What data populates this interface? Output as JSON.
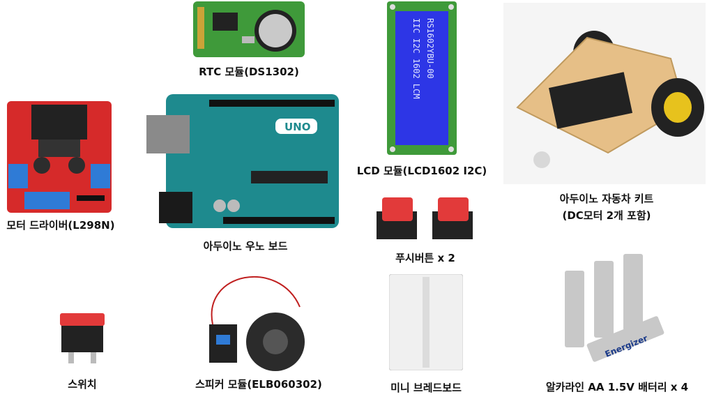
{
  "items": {
    "rtc": "RTC 모듈(DS1302)",
    "lcd": "LCD 모듈(LCD1602 I2C)",
    "lcd_text_1": "IIC I2C 1602 LCM",
    "lcd_text_2": "RS1602YBU-00",
    "car_line1": "아두이노 자동차 키트",
    "car_line2": "(DC모터 2개 포함)",
    "motor": "모터 드라이버(L298N)",
    "uno": "아두이노 우노 보드",
    "uno_logo": "UNO",
    "button": "푸시버튼 x 2",
    "switch": "스위치",
    "speaker": "스피커 모듈(ELB060302)",
    "breadboard": "미니 브레드보드",
    "battery": "알카라인 AA 1.5V 배터리 x 4",
    "battery_brand": "Energizer"
  },
  "colors": {
    "pcb_green": "#3f9a3a",
    "arduino_teal": "#1e8a8e",
    "lcd_blue": "#2d36e6",
    "driver_red": "#d62a2a",
    "button_red": "#e23a3a"
  }
}
